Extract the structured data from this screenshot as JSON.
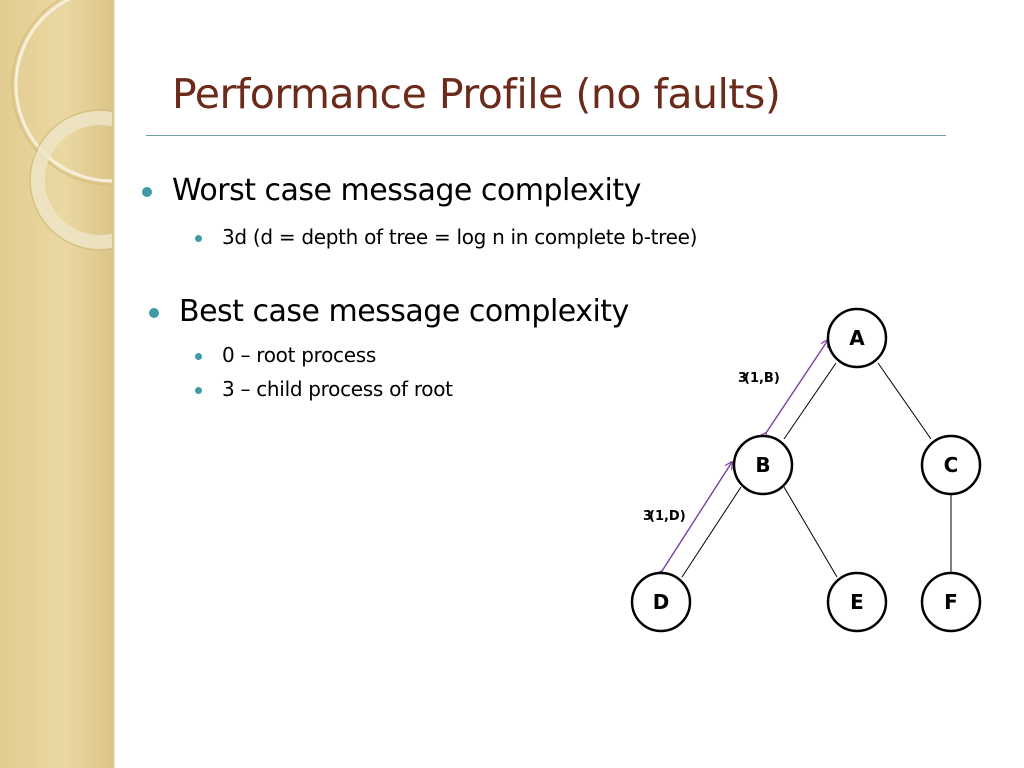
{
  "slide": {
    "title": "Performance Profile (no faults)",
    "bullets": [
      {
        "text": "Worst case message complexity",
        "sub": [
          "3d (d = depth of tree = log n in complete b-tree)"
        ]
      },
      {
        "text": "Best case message complexity",
        "sub": [
          "0 – root process",
          "3 – child process of root"
        ]
      }
    ]
  },
  "tree": {
    "nodes": [
      "A",
      "B",
      "C",
      "D",
      "E",
      "F"
    ],
    "edges": [
      [
        "A",
        "B"
      ],
      [
        "A",
        "C"
      ],
      [
        "B",
        "D"
      ],
      [
        "B",
        "E"
      ],
      [
        "C",
        "F"
      ]
    ],
    "edge_labels": {
      "A-B": [
        "3",
        "(1,B)"
      ],
      "B-D": [
        "3",
        "(1,D)"
      ]
    }
  },
  "colors": {
    "title": "#6b2a1a",
    "bullet": "#3e9aa5",
    "rule": "#6fa0a3",
    "message_arrow": "#7b3fa0",
    "sidebar": "#e6d29a"
  }
}
